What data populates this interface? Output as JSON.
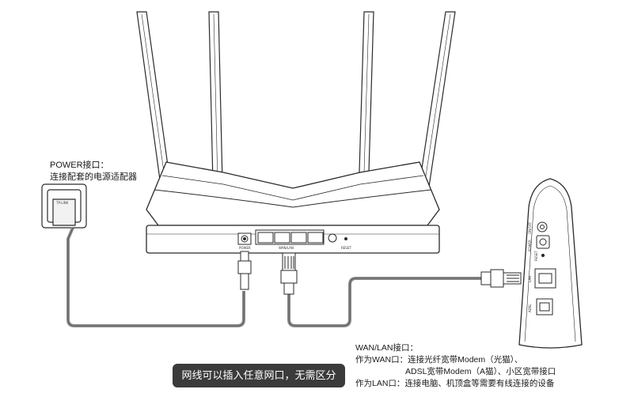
{
  "power_callout": {
    "title": "POWER接口：",
    "desc": "连接配套的电源适配器"
  },
  "wan_callout": {
    "title": "WAN/LAN接口：",
    "wan_prefix": "作为WAN口：",
    "wan_line1": "连接光纤宽带Modem（光猫）、",
    "wan_line2": "ADSL宽带Modem（A猫）、小区宽带接口",
    "lan_prefix": "作为LAN口：",
    "lan_line": "连接电脑、机顶盒等需要有线连接的设备"
  },
  "caption": "网线可以插入任意网口，无需区分",
  "router_labels": {
    "power": "POWER",
    "wanlan": "WAN/LAN",
    "reset": "RESET"
  },
  "modem_labels": {
    "onoff": "ON/OFF",
    "power": "POWER",
    "reset": "RESET",
    "lan": "LAN",
    "adsl": "ADSL"
  },
  "adapter_brand": "TP-LINK",
  "colors": {
    "line": "#2a2a2a",
    "cable": "#8a8a8a",
    "caption_bg": "#3b3b3b"
  }
}
